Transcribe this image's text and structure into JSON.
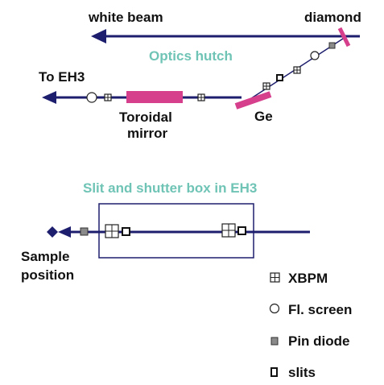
{
  "colors": {
    "beam": "#1e1e6e",
    "element": "#d63f8c",
    "section_label": "#6fc4b6",
    "text": "#111111",
    "pin_diode": "#8a8a8a"
  },
  "labels": {
    "white_beam": "white beam",
    "diamond": "diamond",
    "optics_hutch": "Optics hutch",
    "to_eh3": "To EH3",
    "toroidal_line1": "Toroidal",
    "toroidal_line2": "mirror",
    "ge": "Ge",
    "slit_shutter_box": "Slit and shutter box in EH3",
    "sample_line1": "Sample",
    "sample_line2": "position"
  },
  "legend": [
    {
      "icon": "xbpm-icon",
      "label": "XBPM"
    },
    {
      "icon": "fluorescent-screen-icon",
      "label": "Fl. screen"
    },
    {
      "icon": "pin-diode-icon",
      "label": "Pin diode"
    },
    {
      "icon": "slits-icon",
      "label": "slits"
    }
  ]
}
